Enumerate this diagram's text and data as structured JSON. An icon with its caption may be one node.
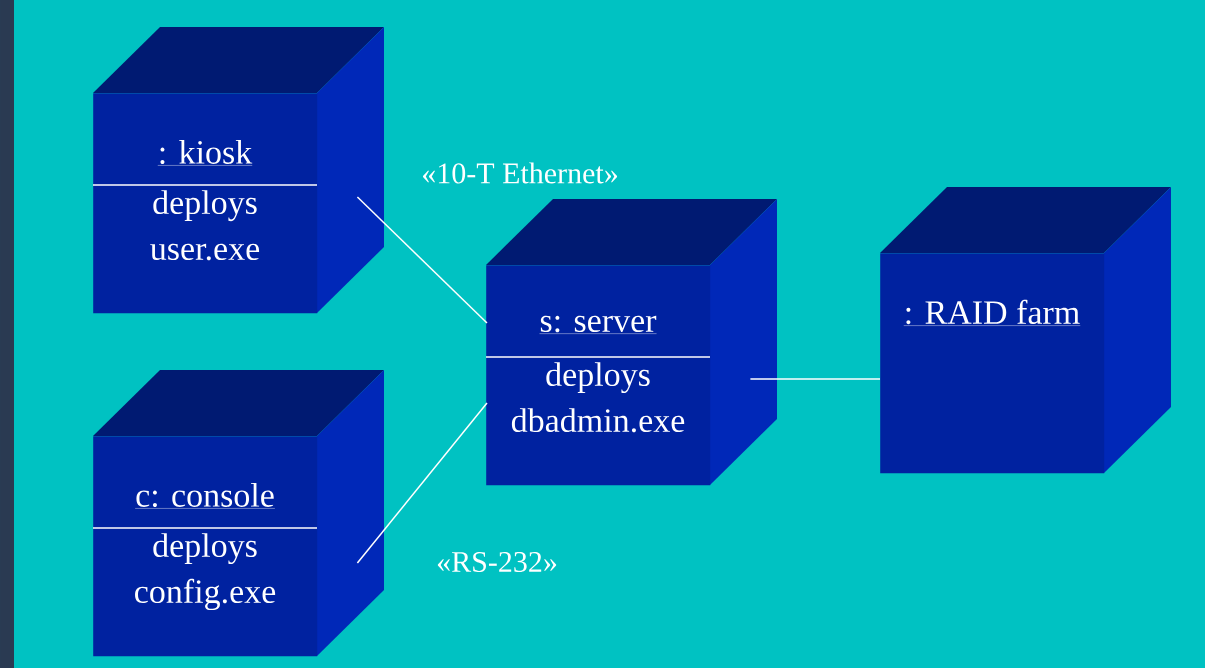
{
  "diagram": {
    "nodes": [
      {
        "text": [
          ": kiosk",
          "deploys user.exe"
        ]
      },
      {
        "text": [
          "c: console",
          "deploys config.exe"
        ]
      },
      {
        "text": [
          "s: server",
          "deploys dbadmin.exe"
        ]
      },
      {
        "text": [
          ": RAID farm"
        ]
      }
    ],
    "edges": [
      {
        "from": 0,
        "to": 2,
        "arrow": "none",
        "label": "«10-T Ethernet»"
      },
      {
        "from": 1,
        "to": 2,
        "arrow": "none",
        "label": "«RS-232»"
      },
      {
        "from": 2,
        "to": 3,
        "arrow": "none"
      }
    ]
  }
}
